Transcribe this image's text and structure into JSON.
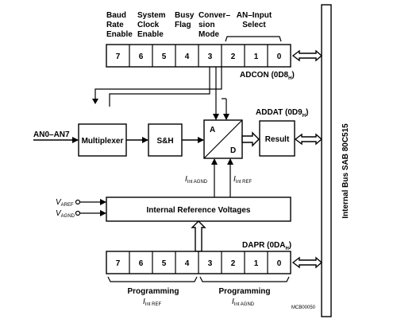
{
  "adcon": {
    "bits": [
      "7",
      "6",
      "5",
      "4",
      "3",
      "2",
      "1",
      "0"
    ],
    "name": "ADCON (0D8",
    "name_sub": "H",
    "name_end": ")",
    "headings": {
      "baud": [
        "Baud",
        "Rate",
        "Enable"
      ],
      "sysclk": [
        "System",
        "Clock",
        "Enable"
      ],
      "busy": [
        "Busy",
        "Flag"
      ],
      "conv": [
        "Conver–",
        "sion",
        "Mode"
      ],
      "aninput": [
        "AN–Input",
        "Select"
      ]
    }
  },
  "dapr": {
    "bits": [
      "7",
      "6",
      "5",
      "4",
      "3",
      "2",
      "1",
      "0"
    ],
    "name": "DAPR (0DA",
    "name_sub": "H",
    "name_end": ")",
    "prog_left": "Programming",
    "prog_left_sym": "I",
    "prog_left_sub": "Int REF",
    "prog_right": "Programming",
    "prog_right_sym": "I",
    "prog_right_sub": "Int AGND"
  },
  "blocks": {
    "input": "AN0–AN7",
    "multiplexer": "Multiplexer",
    "sh": "S&H",
    "adc_a": "A",
    "adc_d": "D",
    "result": "Result",
    "addat": "ADDAT (0D9",
    "addat_sub": "H",
    "addat_end": ")",
    "irv": "Internal Reference Voltages"
  },
  "signals": {
    "iagnd": "I",
    "iagnd_sub": "Int AGND",
    "iref": "I",
    "iref_sub": "Int REF",
    "varef": "V",
    "varef_sub": "AREF",
    "vagnd": "V",
    "vagnd_sub": "AGND"
  },
  "bus": "Internal Bus SAB 80C515",
  "figure_code": "MCB00050"
}
